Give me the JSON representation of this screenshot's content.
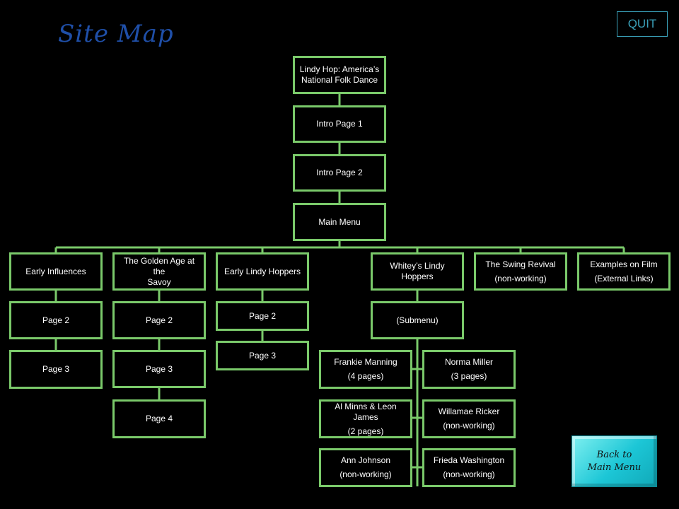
{
  "page": {
    "title": "Site Map",
    "quit_label": "QUIT",
    "back_label": "Back to\nMain Menu",
    "colors": {
      "node_border": "#7ac96a",
      "connector": "#7ac96a",
      "title": "#1f4fa8",
      "quit": "#3aa0b8",
      "back_button": "#1cc6d6"
    }
  },
  "nodes": {
    "root": {
      "line1": "Lindy Hop: America’s",
      "line2": "National Folk Dance"
    },
    "intro1": {
      "line1": "Intro Page 1"
    },
    "intro2": {
      "line1": "Intro Page 2"
    },
    "main_menu": {
      "line1": "Main Menu"
    },
    "early_influences": {
      "line1": "Early Influences"
    },
    "early_influences_p2": {
      "line1": "Page 2"
    },
    "early_influences_p3": {
      "line1": "Page 3"
    },
    "golden_age": {
      "line1": "The Golden Age at the",
      "line2": "Savoy"
    },
    "golden_age_p2": {
      "line1": "Page 2"
    },
    "golden_age_p3": {
      "line1": "Page 3"
    },
    "golden_age_p4": {
      "line1": "Page 4"
    },
    "early_lindy": {
      "line1": "Early Lindy Hoppers"
    },
    "early_lindy_p2": {
      "line1": "Page 2"
    },
    "early_lindy_p3": {
      "line1": "Page 3"
    },
    "whiteys": {
      "line1": "Whitey’s Lindy",
      "line2": "Hoppers"
    },
    "submenu": {
      "line1": "(Submenu)"
    },
    "frankie": {
      "line1": "Frankie Manning",
      "sub": "(4 pages)"
    },
    "norma": {
      "line1": "Norma Miller",
      "sub": "(3 pages)"
    },
    "al_leon": {
      "line1": "Al Minns & Leon James",
      "sub": "(2 pages)"
    },
    "willamae": {
      "line1": "Willamae Ricker",
      "sub": "(non-working)"
    },
    "ann": {
      "line1": "Ann Johnson",
      "sub": "(non-working)"
    },
    "frieda": {
      "line1": "Frieda Washington",
      "sub": "(non-working)"
    },
    "swing_revival": {
      "line1": "The Swing Revival",
      "sub": "(non-working)"
    },
    "film": {
      "line1": "Examples on Film",
      "sub": "(External Links)"
    }
  }
}
